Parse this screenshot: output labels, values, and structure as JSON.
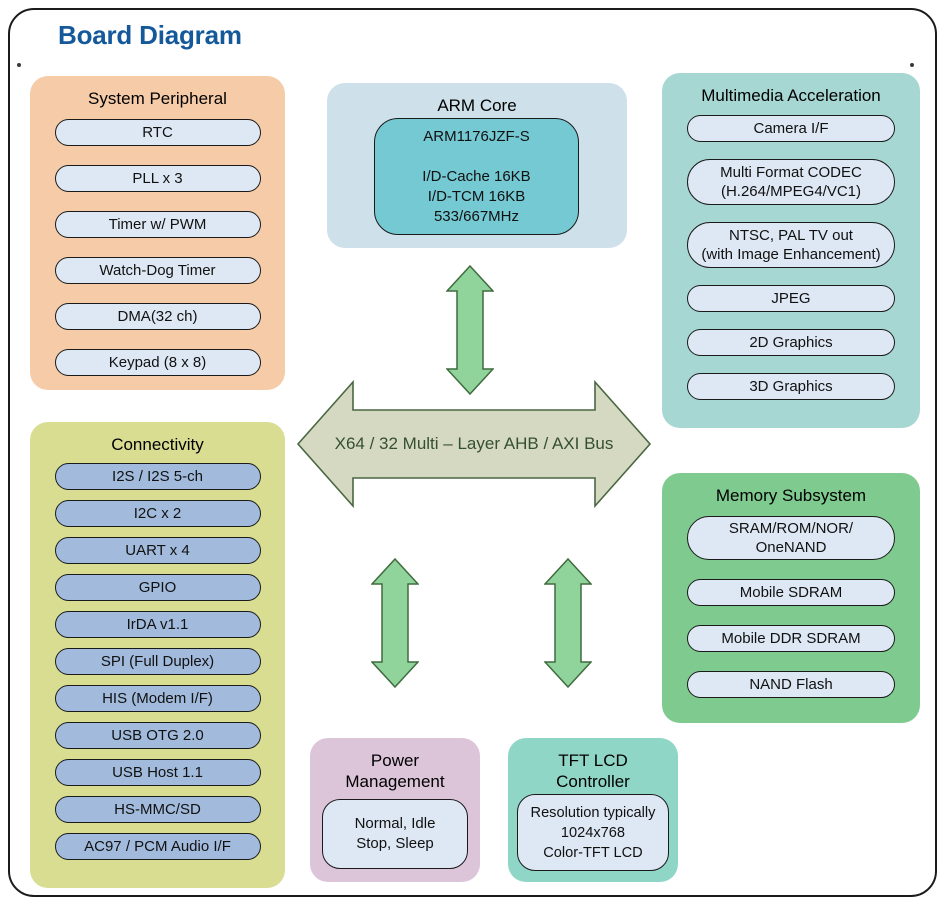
{
  "title": "Board Diagram",
  "decor": {
    "left_dot": ".",
    "right_dot": "."
  },
  "colors": {
    "title_blue": "#15599A",
    "system_peripheral_bg": "#F6CCA8",
    "connectivity_bg": "#D8DD92",
    "arm_core_bg": "#CEE0E9",
    "arm_chip_bg": "#75C9D3",
    "multimedia_bg": "#A6D7D3",
    "memory_bg": "#7FCA8E",
    "power_bg": "#DCC4D9",
    "tft_bg": "#90D6C6",
    "pill_light_bg": "#DEE8F4",
    "pill_blue_bg": "#A2BBDD",
    "bus_fill": "#D6D9C2",
    "bus_border": "#4A6741",
    "bus_text": "#35502F",
    "arrow_fill": "#90D49B",
    "arrow_border": "#3F6B3F"
  },
  "bus": {
    "label": "X64 / 32 Multi – Layer AHB / AXI Bus"
  },
  "blocks": {
    "system_peripheral": {
      "title": "System Peripheral",
      "items": [
        "RTC",
        "PLL x 3",
        "Timer w/ PWM",
        "Watch-Dog Timer",
        "DMA(32 ch)",
        "Keypad (8 x 8)"
      ]
    },
    "arm_core": {
      "title": "ARM Core",
      "chip": "ARM1176JZF-S\n\nI/D-Cache 16KB\nI/D-TCM 16KB\n533/667MHz"
    },
    "multimedia": {
      "title": "Multimedia Acceleration",
      "items": [
        "Camera I/F",
        "Multi Format CODEC\n(H.264/MPEG4/VC1)",
        "NTSC, PAL TV out\n(with Image Enhancement)",
        "JPEG",
        "2D Graphics",
        "3D Graphics"
      ]
    },
    "connectivity": {
      "title": "Connectivity",
      "items": [
        "I2S / I2S 5-ch",
        "I2C x 2",
        "UART x 4",
        "GPIO",
        "IrDA v1.1",
        "SPI (Full Duplex)",
        "HIS (Modem I/F)",
        "USB OTG 2.0",
        "USB Host 1.1",
        "HS-MMC/SD",
        "AC97 / PCM Audio I/F"
      ]
    },
    "memory": {
      "title": "Memory Subsystem",
      "items": [
        "SRAM/ROM/NOR/\nOneNAND",
        "Mobile SDRAM",
        "Mobile DDR SDRAM",
        "NAND Flash"
      ]
    },
    "power": {
      "title": "Power\nManagement",
      "body": "Normal, Idle\nStop, Sleep"
    },
    "tft": {
      "title": "TFT LCD\nController",
      "body": "Resolution typically\n1024x768\nColor-TFT LCD"
    }
  }
}
